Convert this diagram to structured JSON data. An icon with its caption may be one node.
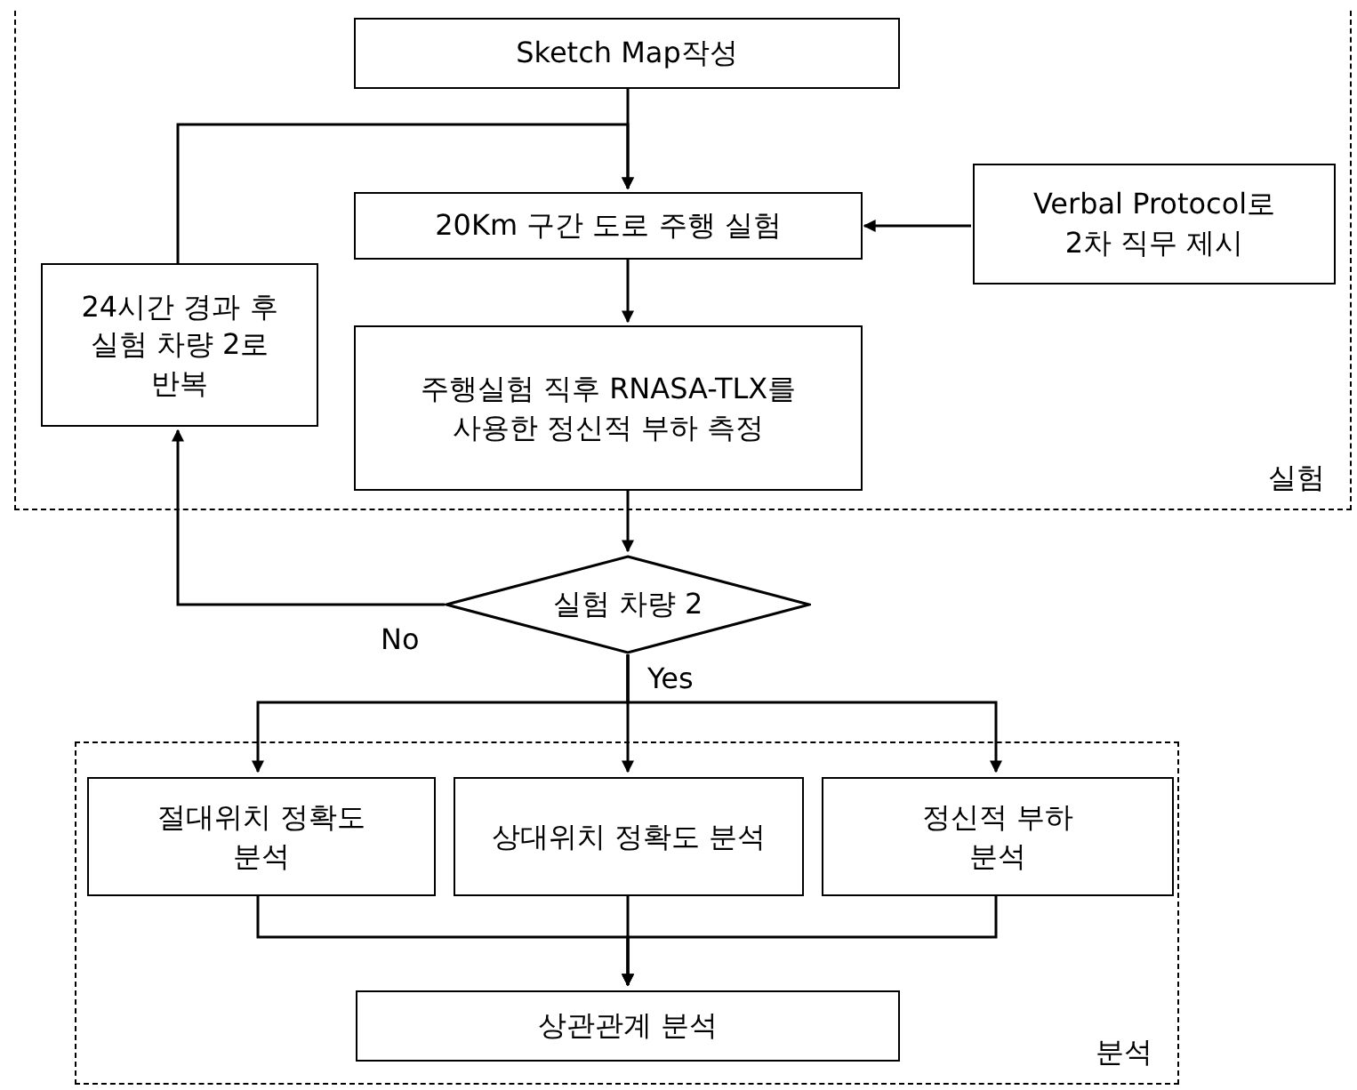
{
  "diagram": {
    "nodes": [
      {
        "text": [
          "실험"
        ]
      },
      {
        "text": [
          "Sketch Map작성"
        ],
        "in": 0
      },
      {
        "text": [
          "20Km 구간 도로 주행 실험"
        ],
        "in": 0
      },
      {
        "text": [
          "Verbal Protocol로 2차 직무 제시"
        ],
        "in": 0
      },
      {
        "text": [
          "24시간 경과 후 실험 차량 2로 반복"
        ],
        "in": 0
      },
      {
        "text": [
          "주행실험 직후 RNASA-TLX를 사용한 정신적 부하 측정"
        ],
        "in": 0
      },
      {
        "text": [
          "실험 차량 2"
        ]
      },
      {
        "text": [
          "분석"
        ]
      },
      {
        "text": [
          "절대위치 정확도 분석"
        ],
        "in": 7
      },
      {
        "text": [
          "상대위치 정확도 분석"
        ],
        "in": 7
      },
      {
        "text": [
          "정신적 부하 분석"
        ],
        "in": 7
      },
      {
        "text": [
          "상관관계 분석"
        ],
        "in": 7
      }
    ],
    "edges": [
      {
        "from": 1,
        "to": 2,
        "arrow": "to"
      },
      {
        "from": 3,
        "to": 2,
        "arrow": "to"
      },
      {
        "from": 2,
        "to": 5,
        "arrow": "to"
      },
      {
        "from": 5,
        "to": 6,
        "arrow": "to"
      },
      {
        "from": 6,
        "to": 4,
        "arrow": "to",
        "label": "No"
      },
      {
        "from": 4,
        "to": 2,
        "arrow": "to"
      },
      {
        "from": 6,
        "to": 8,
        "arrow": "to"
      },
      {
        "from": 6,
        "to": 9,
        "arrow": "to",
        "label": "Yes"
      },
      {
        "from": 6,
        "to": 10,
        "arrow": "to"
      },
      {
        "from": 8,
        "to": 11,
        "arrow": "to"
      },
      {
        "from": 9,
        "to": 11,
        "arrow": "to"
      },
      {
        "from": 10,
        "to": 11,
        "arrow": "to"
      }
    ]
  }
}
